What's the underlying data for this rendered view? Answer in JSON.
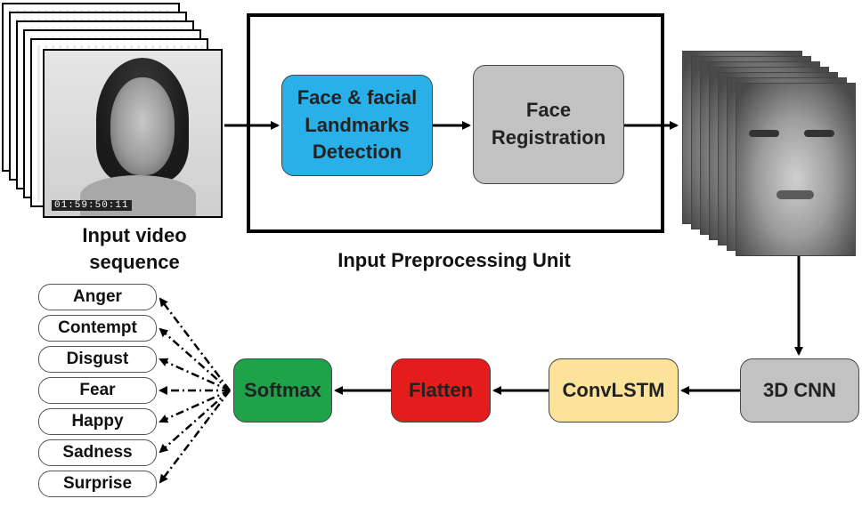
{
  "input": {
    "label": "Input video\nsequence",
    "timestamp": "01:59:50:11"
  },
  "preprocessing": {
    "unit_label": "Input Preprocessing Unit",
    "detection": "Face & facial Landmarks Detection",
    "registration": "Face Registration"
  },
  "network": {
    "cnn3d": "3D CNN",
    "convlstm": "ConvLSTM",
    "flatten": "Flatten",
    "softmax": "Softmax"
  },
  "emotions": [
    "Anger",
    "Contempt",
    "Disgust",
    "Fear",
    "Happy",
    "Sadness",
    "Surprise"
  ],
  "colors": {
    "detection": "#29b0e8",
    "registration": "#c2c2c2",
    "cnn3d": "#c2c2c2",
    "convlstm": "#fde39a",
    "flatten": "#e41c1c",
    "softmax": "#1ea34a"
  }
}
